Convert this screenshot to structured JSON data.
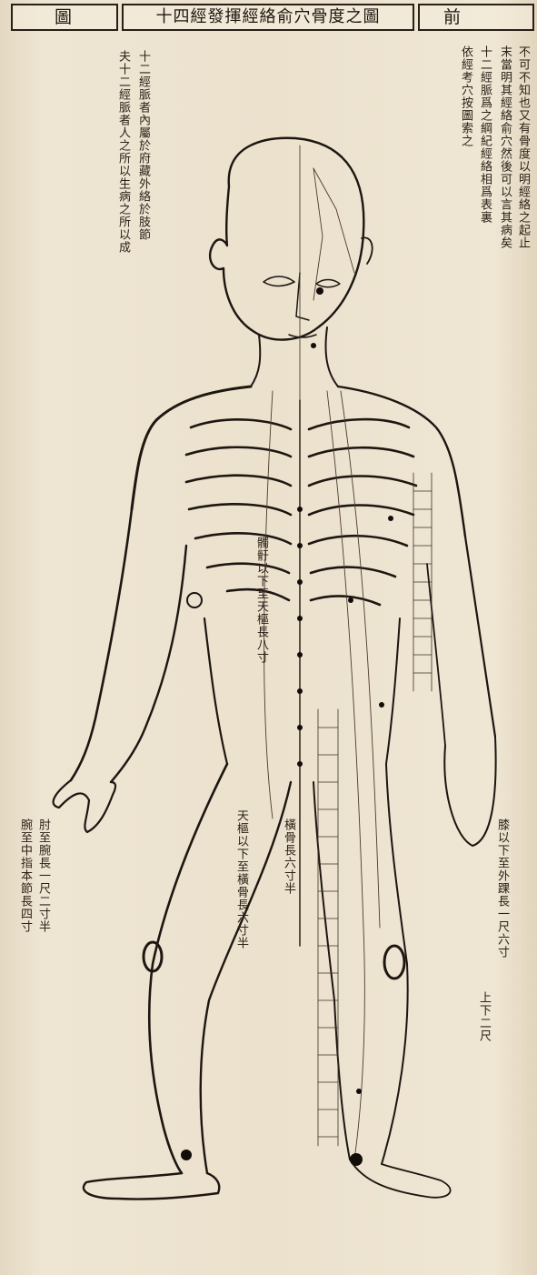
{
  "header": {
    "left": "圖",
    "title": "十四經發揮經絡俞穴骨度之圖",
    "right": "前"
  },
  "text_blocks": [
    {
      "id": "c1",
      "text": "不可不知也又有骨度以明經絡之起止"
    },
    {
      "id": "c2",
      "text": "末當明其經絡俞穴然後可以言其病矣"
    },
    {
      "id": "c3",
      "text": "十二經脈爲之綱紀經絡相爲表裏"
    },
    {
      "id": "c4",
      "text": "依經考穴按圖索之"
    },
    {
      "id": "c5",
      "text": "十二經脈者內屬於府藏外絡於肢節"
    },
    {
      "id": "c6",
      "text": "夫十二經脈者人之所以生病之所以成"
    },
    {
      "id": "c7",
      "text": "髑骬以下至天樞長八寸"
    },
    {
      "id": "c8",
      "text": "天樞以下至橫骨長六寸半"
    },
    {
      "id": "c9",
      "text": "橫骨長六寸半"
    },
    {
      "id": "c10",
      "text": "膝以下至外踝長一尺六寸"
    },
    {
      "id": "c11",
      "text": "上下二尺"
    },
    {
      "id": "c12",
      "text": "肘至腕長一尺二寸半"
    },
    {
      "id": "c13",
      "text": "腕至中指本節長四寸"
    }
  ]
}
